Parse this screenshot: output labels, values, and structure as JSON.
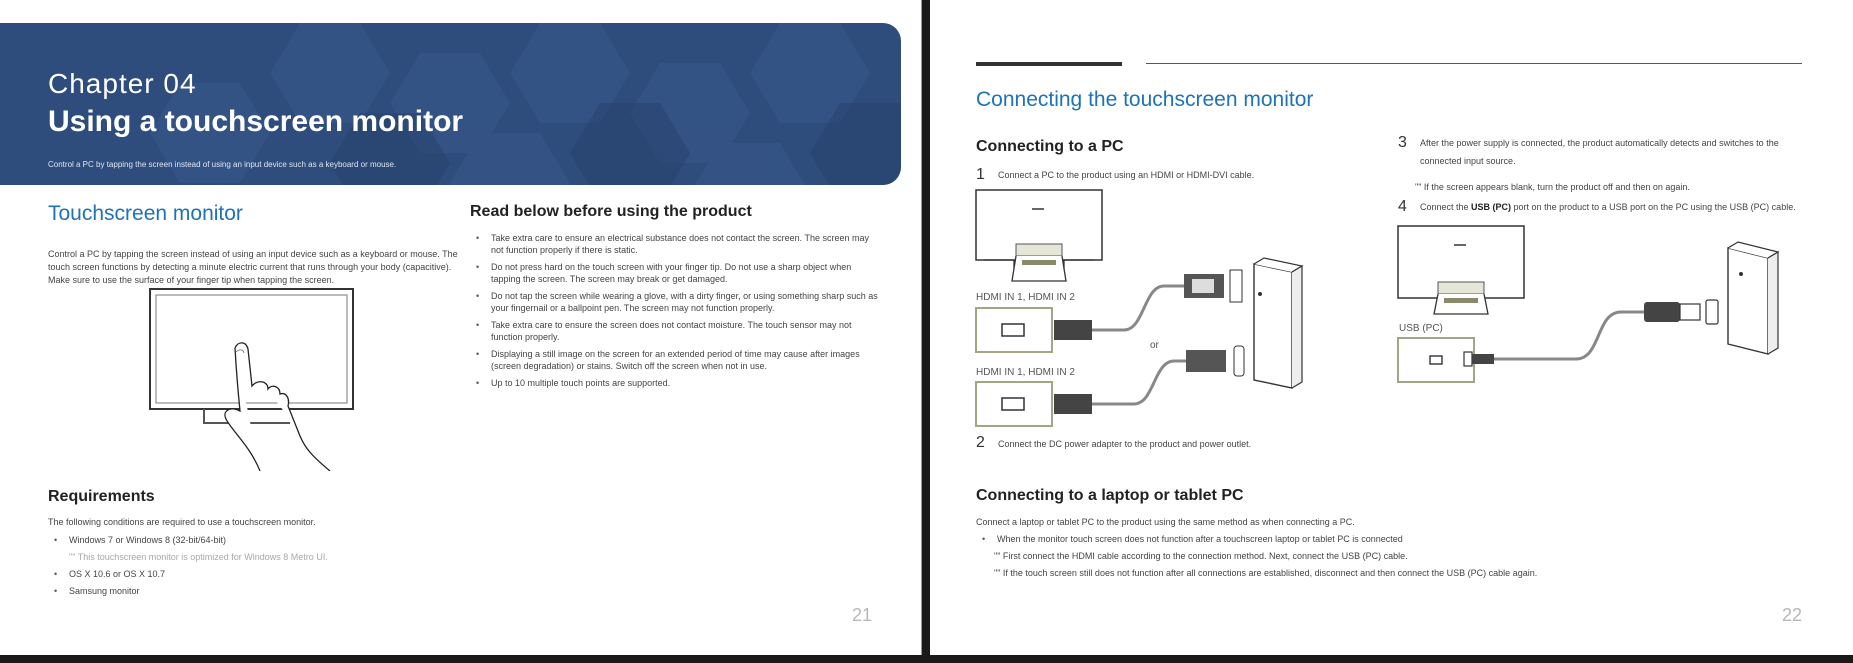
{
  "left_page": {
    "chapter_label": "Chapter  04",
    "chapter_title": "Using a touchscreen monitor",
    "chapter_subtitle": "Control a PC by tapping the screen instead of using an input device such as a keyboard or mouse.",
    "touch_heading": "Touchscreen monitor",
    "touch_body_1": "Control a PC by tapping the screen instead of using an input device such as a keyboard or mouse. The",
    "touch_body_2": "touch screen functions by detecting a minute electric current that runs through your body (capacitive).",
    "touch_body_3": "Make sure to use the surface of your finger tip when tapping the screen.",
    "read_heading": "Read below before using the product",
    "read_items": [
      "Take extra care to ensure an electrical substance does not contact the screen. The screen may not function properly if there is static.",
      "Do not press hard on the touch screen with your finger tip. Do not use a sharp object when tapping the screen. The screen may break or get damaged.",
      "Do not tap the screen while wearing a glove, with a dirty finger, or using something sharp such as your fingernail or a ballpoint pen. The screen may not function properly.",
      "Take extra care to ensure the screen does not contact moisture. The touch sensor may not function properly.",
      "Displaying a still image on the screen for an extended period of time may cause after images (screen degradation) or stains. Switch off the screen when not in use.",
      "Up to 10 multiple touch points are supported."
    ],
    "req_heading": "Requirements",
    "req_intro": "The following conditions are required to use a touchscreen monitor.",
    "req_items": {
      "windows": "Windows 7 or Windows 8 (32-bit/64-bit)",
      "windows_note": "\"\" This touchscreen monitor is optimized for Windows 8 Metro UI.",
      "osx": "OS X 10.6 or OS X 10.7",
      "samsung": "Samsung monitor"
    },
    "page_number": "21"
  },
  "right_page": {
    "title": "Connecting the touchscreen monitor",
    "pc_heading": "Connecting to a PC",
    "step1_num": "1",
    "step1_text": "Connect a PC to the product using an HDMI or HDMI-DVI cable.",
    "hdmi_label_1": "HDMI IN 1, HDMI IN 2",
    "hdmi_label_2": "HDMI IN 1, HDMI IN 2",
    "or_label": "or",
    "step2_num": "2",
    "step2_text": "Connect the DC power adapter to the product and power outlet.",
    "step3_num": "3",
    "step3_line1": "After the power supply is connected, the product automatically detects and switches to the",
    "step3_line2": "connected input source.",
    "step3_note": "\"\" If the screen appears blank, turn the product off and then on again.",
    "step4_num": "4",
    "step4_pre": "Connect the ",
    "step4_bold": "USB (PC)",
    "step4_post": " port on the product to a USB port on the PC using the USB (PC) cable.",
    "usb_label": "USB (PC)",
    "laptop_heading": "Connecting to a laptop or tablet PC",
    "laptop_intro": "Connect a laptop or tablet PC to the product using the same method as when connecting a PC.",
    "laptop_bullet": "When the monitor touch screen does not function after a touchscreen laptop or tablet PC is connected",
    "laptop_note1": "\"\" First connect the HDMI cable according to the connection method. Next, connect the USB (PC) cable.",
    "laptop_note2": "\"\" If the touch screen still does not function after all connections are established, disconnect and then connect the USB (PC) cable again.",
    "page_number": "22"
  },
  "colors": {
    "banner": "#2e4c7c",
    "heading_blue": "#1f72b8",
    "note_grey": "#a7a7a7"
  }
}
